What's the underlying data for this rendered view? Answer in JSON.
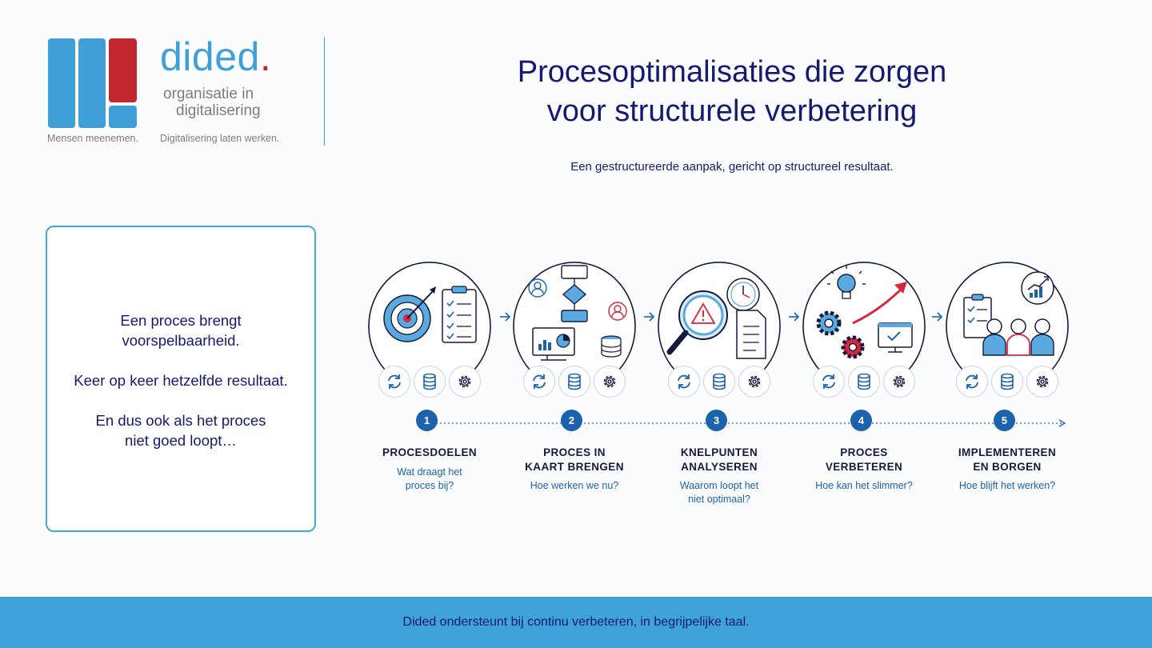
{
  "logo": {
    "wordmark": "did",
    "wordmark_end": "ed",
    "subtitle_line1": "organisatie in",
    "subtitle_line2": "digitalisering",
    "tagline_left": "Mensen meenemen.",
    "tagline_right": "Digitalisering laten werken."
  },
  "header": {
    "title_line1": "Procesoptimalisaties die zorgen",
    "title_line2": "voor structurele verbetering",
    "subtitle": "Een gestructureerde aanpak, gericht op structureel resultaat."
  },
  "info_box": {
    "line1": "Een proces brengt",
    "line2": "voorspelbaarheid.",
    "line3": "Keer op keer hetzelfde resultaat.",
    "line4": "En dus ook als het proces",
    "line5": "niet goed loopt…"
  },
  "steps": [
    {
      "number": "1",
      "title_line1": "PROCESDOELEN",
      "title_line2": "",
      "question_line1": "Wat draagt het",
      "question_line2": "proces bij?"
    },
    {
      "number": "2",
      "title_line1": "PROCES IN",
      "title_line2": "KAART BRENGEN",
      "question_line1": "Hoe werken we nu?",
      "question_line2": ""
    },
    {
      "number": "3",
      "title_line1": "KNELPUNTEN",
      "title_line2": "ANALYSEREN",
      "question_line1": "Waarom loopt het",
      "question_line2": "niet optimaal?"
    },
    {
      "number": "4",
      "title_line1": "PROCES",
      "title_line2": "VERBETEREN",
      "question_line1": "Hoe kan het slimmer?",
      "question_line2": ""
    },
    {
      "number": "5",
      "title_line1": "IMPLEMENTEREN",
      "title_line2": "EN BORGEN",
      "question_line1": "Hoe blijft het werken?",
      "question_line2": ""
    }
  ],
  "footer": {
    "text": "Dided ondersteunt bij continu verbeteren, in begrijpelijke taal."
  },
  "colors": {
    "navy": "#161a6e",
    "accent_blue": "#3fa3da",
    "step_blue": "#1c62ad",
    "logo_red": "#c0272d"
  }
}
